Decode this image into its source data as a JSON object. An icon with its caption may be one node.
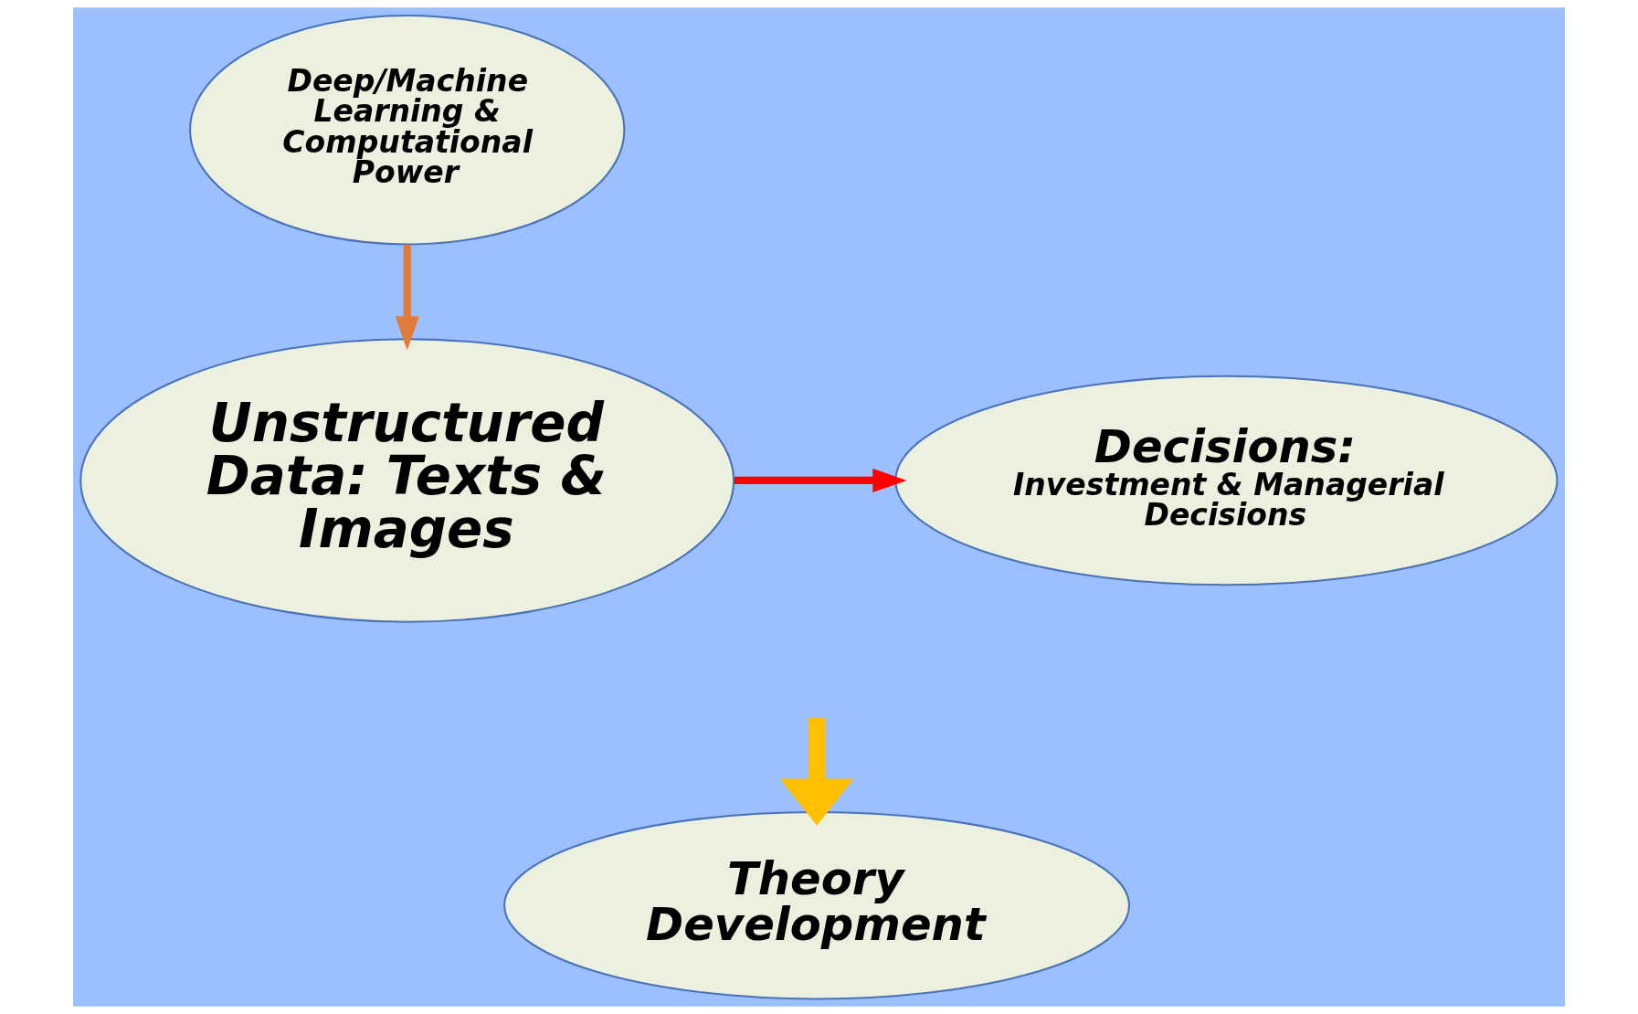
{
  "diagram": {
    "nodes": [
      {
        "text": [
          "Deep/Machine Learning & Computational Power"
        ]
      },
      {
        "text": [
          "Unstructured Data: Texts & Images"
        ]
      },
      {
        "text": [
          "Decisions:",
          "Investment & Managerial Decisions"
        ]
      },
      {
        "text": [
          "Theory Development"
        ]
      }
    ],
    "edges": [
      {
        "from": 0,
        "to": 1,
        "arrow": "to",
        "color": "#e07b39"
      },
      {
        "from": 1,
        "to": 2,
        "arrow": "to",
        "color": "#ff0000"
      },
      {
        "from": null,
        "to": 3,
        "arrow": "to",
        "style": "thick",
        "color": "#ffc000"
      }
    ]
  }
}
